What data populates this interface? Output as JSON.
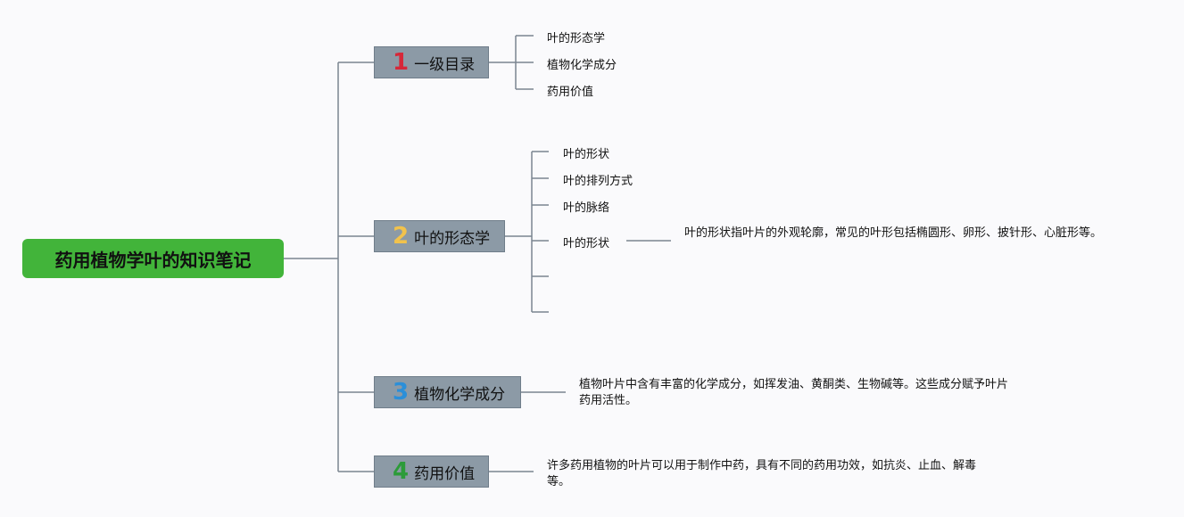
{
  "root": {
    "title": "药用植物学叶的知识笔记"
  },
  "topics": [
    {
      "number": "1",
      "label": "一级目录",
      "color": "#d62839"
    },
    {
      "number": "2",
      "label": "叶的形态学",
      "color": "#f1c24c"
    },
    {
      "number": "3",
      "label": "植物化学成分",
      "color": "#2b8fd9"
    },
    {
      "number": "4",
      "label": "药用价值",
      "color": "#2d9b3a"
    }
  ],
  "toc_items": [
    "叶的形态学",
    "植物化学成分",
    "药用价值"
  ],
  "morphology_items": [
    "叶的形状",
    "叶的排列方式",
    "叶的脉络",
    "叶的形状",
    "",
    ""
  ],
  "descriptions": {
    "leaf_shape": "叶的形状指叶片的外观轮廓，常见的叶形包括椭圆形、卵形、披针形、心脏形等。",
    "chemistry": "植物叶片中含有丰富的化学成分，如挥发油、黄酮类、生物碱等。这些成分赋予叶片药用活性。",
    "medicinal": "许多药用植物的叶片可以用于制作中药，具有不同的药用功效，如抗炎、止血、解毒等。"
  }
}
